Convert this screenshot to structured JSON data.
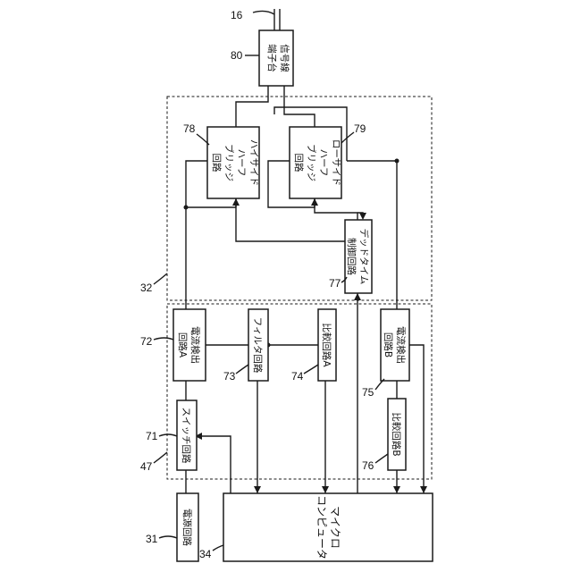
{
  "refs": {
    "r16": "16",
    "r80": "80",
    "r78": "78",
    "r79": "79",
    "r32": "32",
    "r77": "77",
    "r72": "72",
    "r73": "73",
    "r74": "74",
    "r75": "75",
    "r47": "47",
    "r71": "71",
    "r76": "76",
    "r31": "31",
    "r34": "34"
  },
  "blocks": {
    "terminal": [
      "信号線",
      "端子台"
    ],
    "high_side": [
      "ハイサイド",
      "ハーフ",
      "ブリッジ",
      "回路"
    ],
    "low_side": [
      "ローサイド",
      "ハーフ",
      "ブリッジ",
      "回路"
    ],
    "dead_time": [
      "デッドタイム",
      "制御回路"
    ],
    "current_a": [
      "電流検出",
      "回路A"
    ],
    "filter": [
      "フィルタ回路"
    ],
    "compare_a": [
      "比較回路A"
    ],
    "current_b": [
      "電流検出",
      "回路B"
    ],
    "switch": [
      "スイッチ回路"
    ],
    "compare_b": [
      "比較回路B"
    ],
    "power": [
      "電源回路"
    ],
    "micro": [
      "マイクロ",
      "コンピュータ"
    ]
  }
}
